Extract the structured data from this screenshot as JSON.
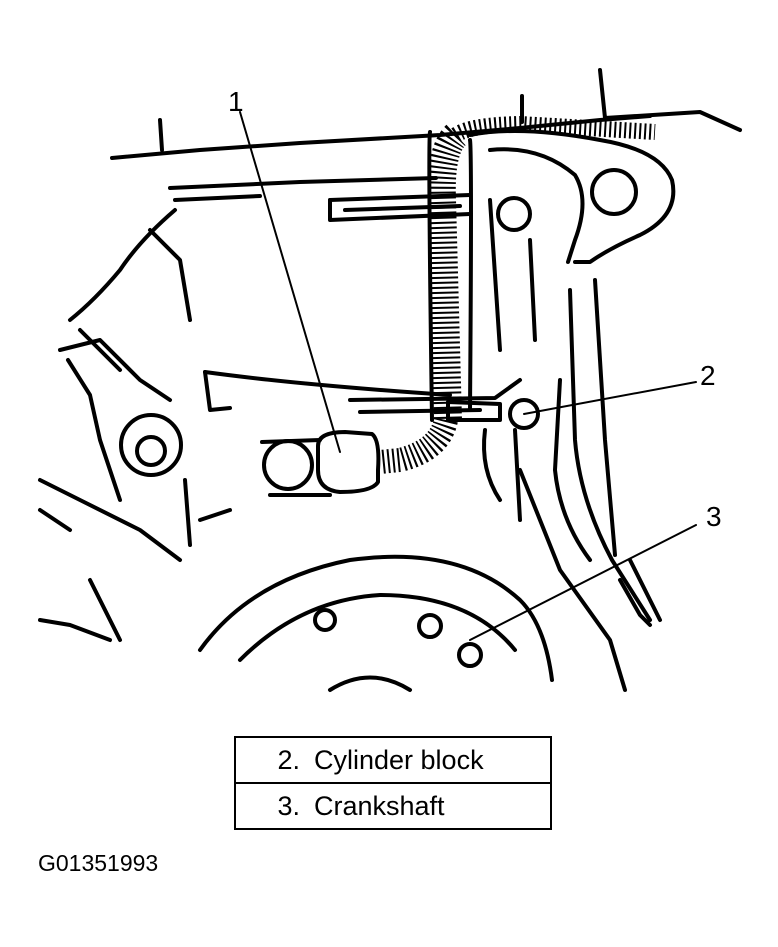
{
  "diagram": {
    "callouts": [
      {
        "number": "1"
      },
      {
        "number": "2"
      },
      {
        "number": "3"
      }
    ]
  },
  "legend": {
    "items": [
      {
        "number": "2.",
        "label": "Cylinder block"
      },
      {
        "number": "3.",
        "label": "Crankshaft"
      }
    ]
  },
  "figure_id": "G01351993"
}
